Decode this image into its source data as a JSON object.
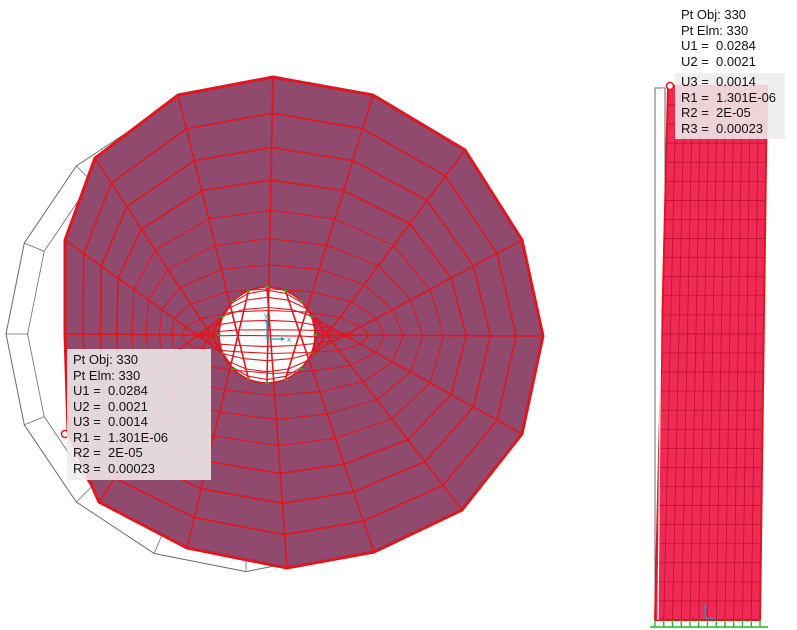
{
  "plan_view": {
    "point_info": {
      "pt_obj": "Pt Obj: 330",
      "pt_elm": "Pt Elm: 330",
      "u1": "U1 =  0.0284",
      "u2": "U2 =  0.0021",
      "u3": "U3 =  0.0014",
      "r1": "R1 =  1.301E-06",
      "r2": "R2 =  2E-05",
      "r3": "R3 =  0.00023"
    },
    "axis_label_x": "x",
    "axis_label_y": "y"
  },
  "elevation_view": {
    "point_info": {
      "pt_obj": "Pt Obj: 330",
      "pt_elm": "Pt Elm: 330",
      "u1": "U1 =  0.0284",
      "u2": "U2 =  0.0021",
      "u3": "U3 =  0.0014",
      "r1": "R1 =  1.301E-06",
      "r2": "R2 =  2E-05",
      "r3": "R3 =  0.00023"
    }
  },
  "colors": {
    "deformed_fill": "#8f4a6e",
    "mesh_line": "#e0161e",
    "undeformed_line": "#6a6a6a",
    "elevation_fill": "#ef2a55",
    "support_green": "#22bb22",
    "axis_cyan": "#00a8c8"
  }
}
